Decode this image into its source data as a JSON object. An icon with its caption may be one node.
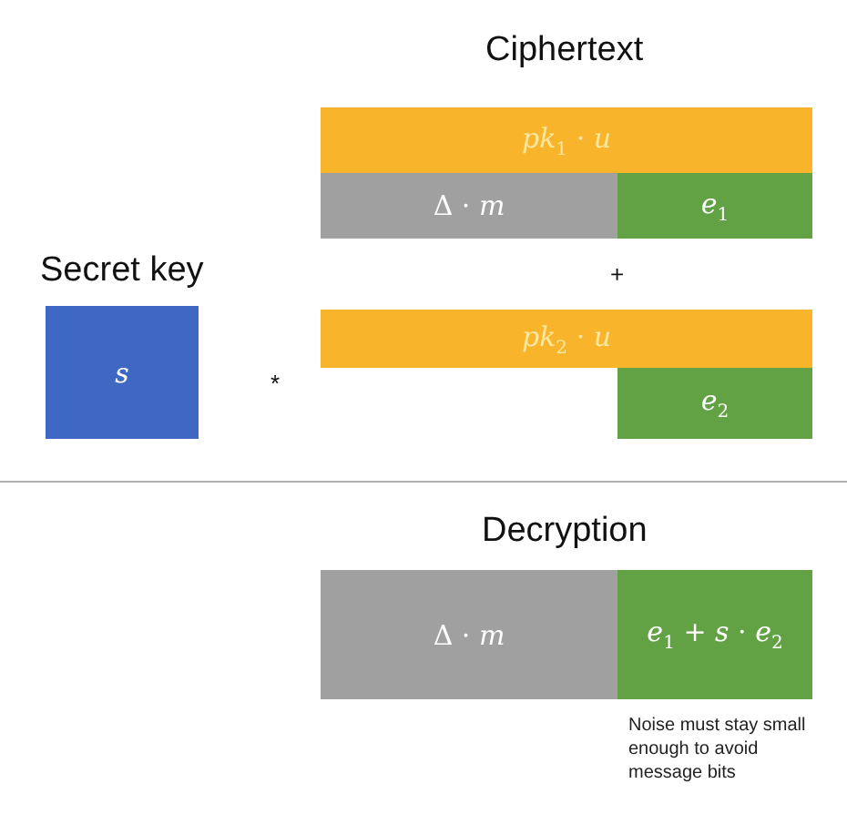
{
  "diagram": {
    "nodes": [
      {
        "text": [
          "*pk*$_{1}$ · *u*"
        ]
      },
      {
        "text": [
          "Δ · *m*"
        ]
      },
      {
        "text": [
          "*e*$_{1}$"
        ]
      },
      {
        "text": [
          "s"
        ],
        "beside": [
          "Secret key"
        ]
      },
      {
        "text": [
          "*pk*$_{2}$ · *u*"
        ]
      },
      {
        "text": [
          "*e*$_{2}$"
        ]
      },
      {
        "text": [
          "Δ · *m*"
        ]
      },
      {
        "text": [
          "*e*$_{1}$ + *s* · *e*$_{2}$"
        ],
        "beside": [
          "Noise must stay small enough to avoid message bits"
        ]
      }
    ],
    "labels": [
      "Ciphertext",
      "+",
      "*",
      "Decryption"
    ]
  }
}
